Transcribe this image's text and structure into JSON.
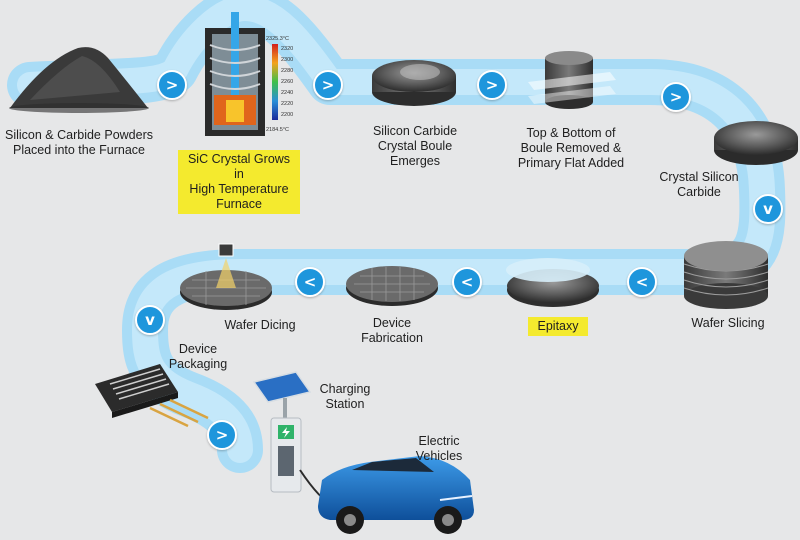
{
  "colors": {
    "background": "#e6e7e8",
    "path": "#a9dcf6",
    "path_inner": "#c4e8fa",
    "arrow": "#1e96dc",
    "highlight": "#f4ea2e",
    "car": "#1c74c8"
  },
  "steps": [
    {
      "label": "Silicon & Carbide Powders\nPlaced into the Furnace",
      "highlighted": false
    },
    {
      "label": "SiC Crystal Grows in\nHigh Temperature\nFurnace",
      "highlighted": true
    },
    {
      "label": "Silicon Carbide\nCrystal Boule\nEmerges",
      "highlighted": false
    },
    {
      "label": "Top & Bottom of\nBoule Removed &\nPrimary Flat Added",
      "highlighted": false
    },
    {
      "label": "Crystal Silicon\nCarbide",
      "highlighted": false
    },
    {
      "label": "Wafer Slicing",
      "highlighted": false
    },
    {
      "label": "Epitaxy",
      "highlighted": true
    },
    {
      "label": "Device\nFabrication",
      "highlighted": false
    },
    {
      "label": "Wafer Dicing",
      "highlighted": false
    },
    {
      "label": "Device\nPackaging",
      "highlighted": false
    },
    {
      "label": "Charging\nStation",
      "highlighted": false
    },
    {
      "label": "Electric\nVehicles",
      "highlighted": false
    }
  ],
  "furnace_scale": {
    "top": "2325.3°C",
    "ticks": [
      "2320",
      "2300",
      "2280",
      "2260",
      "2240",
      "2220",
      "2200"
    ],
    "bottom": "2184.5°C"
  },
  "icons": [
    "chevron-right-icon",
    "chevron-down-icon",
    "chevron-left-icon"
  ]
}
